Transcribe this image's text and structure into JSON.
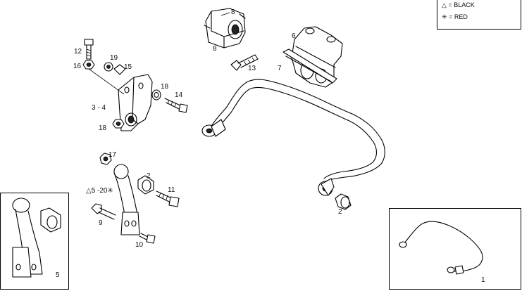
{
  "legend": {
    "black": {
      "symbol": "△",
      "text": "= BLACK"
    },
    "red": {
      "symbol": "✳",
      "text": "= RED"
    }
  },
  "labels": {
    "p1": "1",
    "p2_link": "2",
    "p2_bar": "2",
    "p3_4": "3 - 4",
    "p5_box": "5",
    "p5_20": "△5 -20✳",
    "p6": "6",
    "p7": "7",
    "p8_top": "8",
    "p8_bottom": "8",
    "p9": "9",
    "p10": "10",
    "p11": "11",
    "p12": "12",
    "p13": "13",
    "p14": "14",
    "p15": "15",
    "p16": "16",
    "p17": "17",
    "p18_washer": "18",
    "p18_nut": "18",
    "p19": "19"
  }
}
